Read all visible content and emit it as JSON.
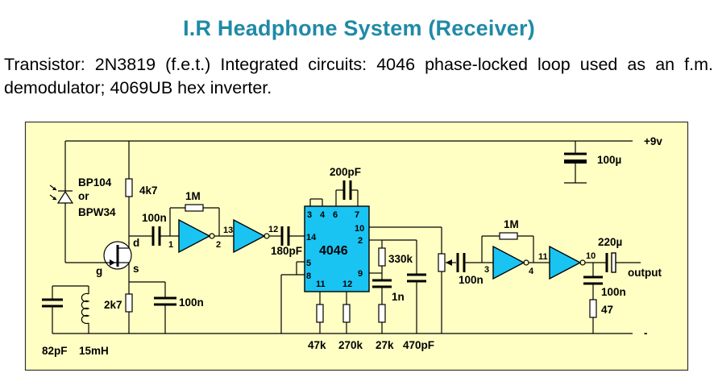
{
  "title": "I.R Headphone System (Receiver)",
  "description": "Transistor: 2N3819 (f.e.t.) Integrated circuits: 4046 phase-locked loop used as an f.m. demodulator; 4069UB hex inverter.",
  "colors": {
    "title": "#1f8aa6",
    "board": "#ffffc4",
    "ic_fill": "#19c4f2",
    "wire": "#000000"
  },
  "schematic": {
    "rails": {
      "positive": "+9v",
      "negative": "-"
    },
    "photodiode": {
      "line1": "BP104",
      "line2": "or",
      "line3": "BPW34"
    },
    "fet_pins": {
      "drain": "d",
      "gate": "g",
      "source": "s"
    },
    "components": {
      "r_drain": "4k7",
      "c_coupling1": "100n",
      "r_feedback1": "1M",
      "c_coupling2": "180pF",
      "c_vco": "200pF",
      "r_330k": "330k",
      "c_1n": "1n",
      "r_source": "2k7",
      "c_source": "100n",
      "c_tank": "82pF",
      "l_tank": "15mH",
      "r_47k": "47k",
      "r_270k": "270k",
      "r_27k": "27k",
      "c_470pf": "470pF",
      "c_supply": "100µ",
      "c_input2": "100n",
      "r_feedback2": "1M",
      "c_output": "220µ",
      "c_out_shunt": "100n",
      "r_47": "47",
      "output": "output"
    },
    "ic": {
      "name": "4046",
      "pins_top": [
        "3",
        "4",
        "6",
        "7"
      ],
      "pin_14": "14",
      "pin_5": "5",
      "pin_8": "8",
      "pin_11": "11",
      "pin_12": "12",
      "pin_10": "10",
      "pin_2": "2",
      "pin_9": "9"
    },
    "inverter_pins": {
      "a_in": "1",
      "a_out": "2",
      "b_in": "13",
      "b_out": "12",
      "c_in": "3",
      "c_out": "4",
      "d_in": "11",
      "d_out": "10"
    }
  }
}
